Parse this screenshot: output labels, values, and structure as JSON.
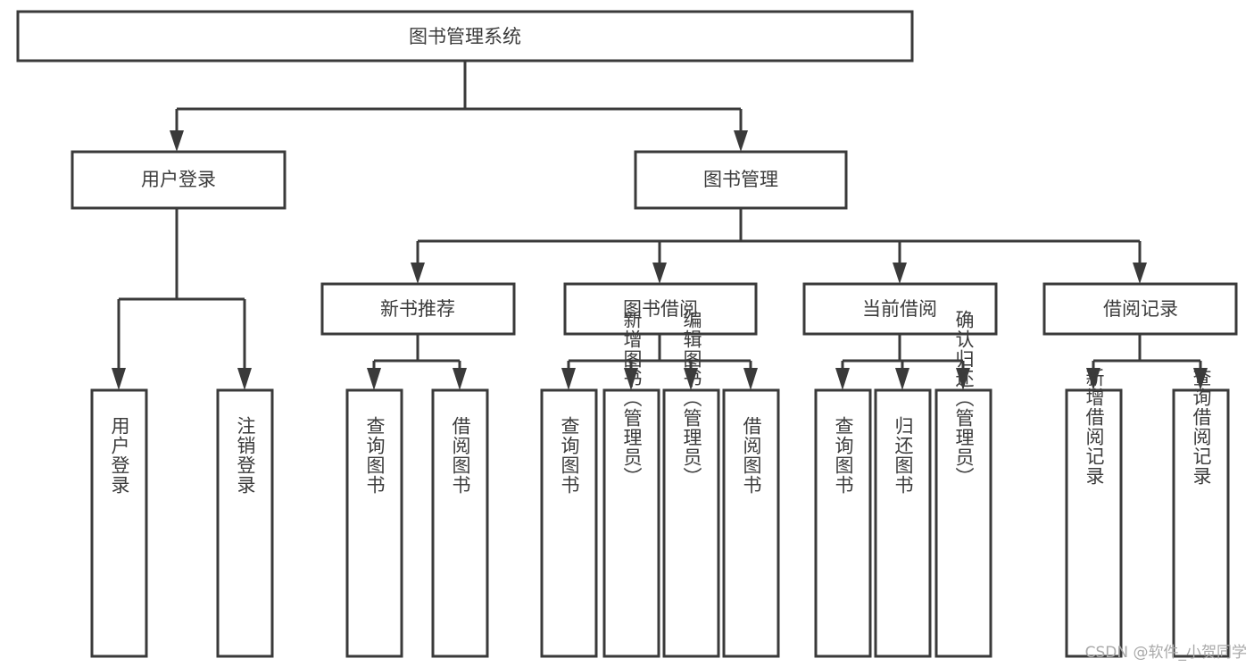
{
  "diagram": {
    "type": "tree",
    "title": "图书管理系统",
    "watermark": "CSDN @软件_小贺同学",
    "colors": {
      "stroke": "#3a3a3a",
      "fill": "#ffffff",
      "text": "#3c3c3c",
      "watermark": "#a9a9a9",
      "background": "#ffffff"
    },
    "nodes": {
      "root": {
        "label": "图书管理系统",
        "orientation": "horizontal"
      },
      "level2": [
        {
          "label": "用户登录",
          "orientation": "horizontal"
        },
        {
          "label": "图书管理",
          "orientation": "horizontal"
        }
      ],
      "level3": [
        {
          "label": "新书推荐",
          "orientation": "horizontal"
        },
        {
          "label": "图书借阅",
          "orientation": "horizontal"
        },
        {
          "label": "当前借阅",
          "orientation": "horizontal"
        },
        {
          "label": "借阅记录",
          "orientation": "horizontal"
        }
      ],
      "leaves_user_login": [
        {
          "label": "用户登录",
          "orientation": "vertical"
        },
        {
          "label": "注销登录",
          "orientation": "vertical"
        }
      ],
      "leaves_new_book": [
        {
          "label": "查询图书",
          "orientation": "vertical"
        },
        {
          "label": "借阅图书",
          "orientation": "vertical"
        }
      ],
      "leaves_borrow_book": [
        {
          "label": "查询图书",
          "orientation": "vertical"
        },
        {
          "label": "新增图书（管理员）",
          "orientation": "vertical"
        },
        {
          "label": "编辑图书（管理员）",
          "orientation": "vertical"
        },
        {
          "label": "借阅图书",
          "orientation": "vertical"
        }
      ],
      "leaves_current_borrow": [
        {
          "label": "查询图书",
          "orientation": "vertical"
        },
        {
          "label": "归还图书",
          "orientation": "vertical"
        },
        {
          "label": "确认归还（管理员）",
          "orientation": "vertical"
        }
      ],
      "leaves_borrow_record": [
        {
          "label": "新增借阅记录",
          "orientation": "vertical"
        },
        {
          "label": "查询借阅记录",
          "orientation": "vertical"
        }
      ]
    }
  }
}
